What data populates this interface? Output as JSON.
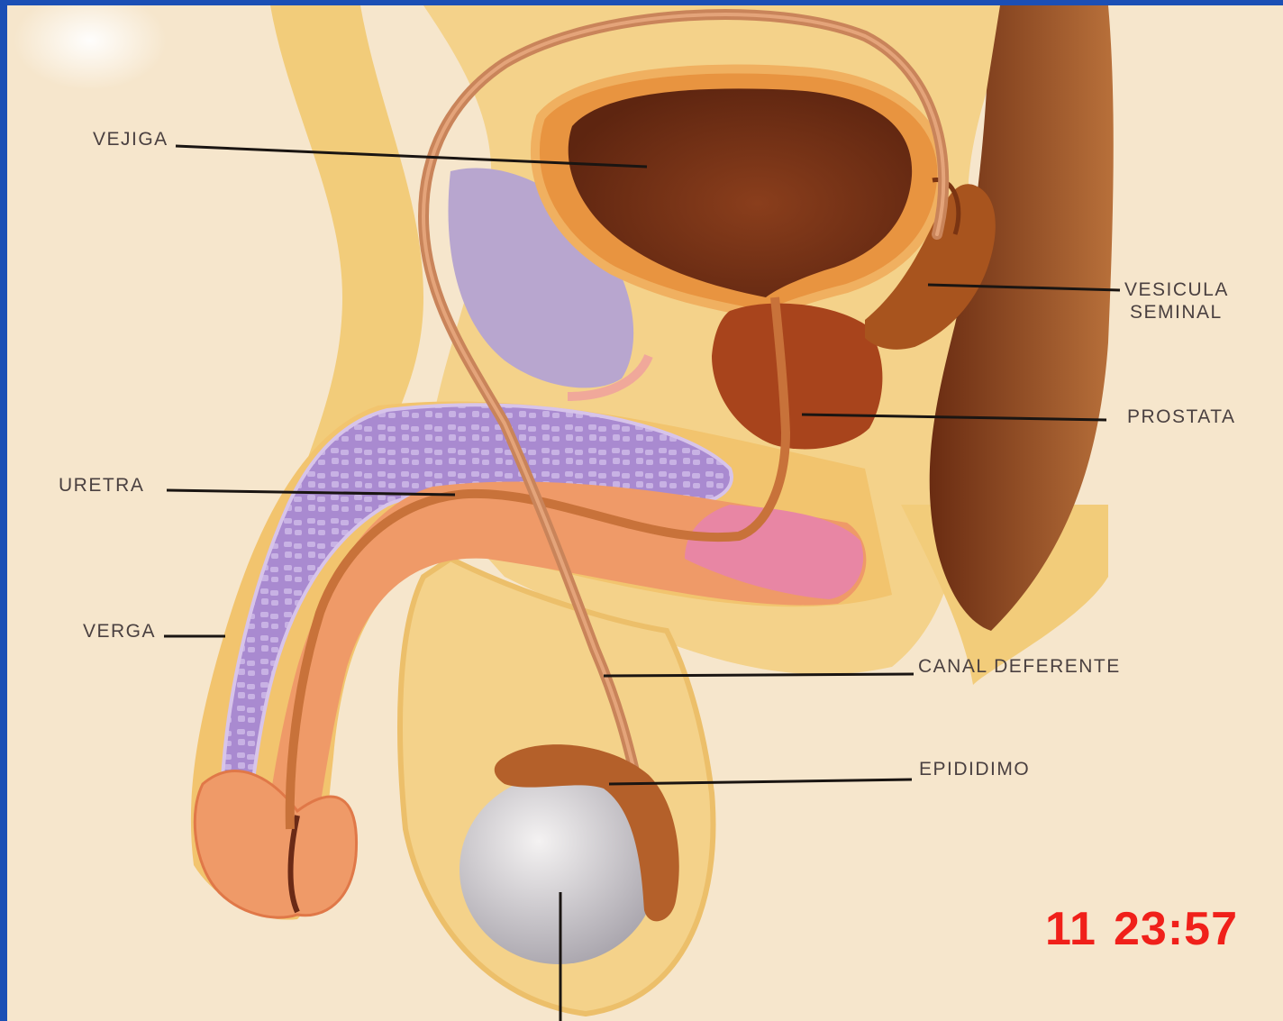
{
  "labels": {
    "vejiga": "VEJIGA",
    "vesicula_1": "VESICULA",
    "vesicula_2": "SEMINAL",
    "prostata": "PROSTATA",
    "uretra": "URETRA",
    "verga": "VERGA",
    "canal": "CANAL DEFERENTE",
    "epididimo": "EPIDIDIMO"
  },
  "timestamp": {
    "day": "11",
    "time": "23:57"
  },
  "colors": {
    "background": "#f6e6cc",
    "frame": "#1b4fb5",
    "bladder": "#6e2d12",
    "erectile_tissue": "#a98ad0",
    "timestamp": "#f0201a"
  }
}
